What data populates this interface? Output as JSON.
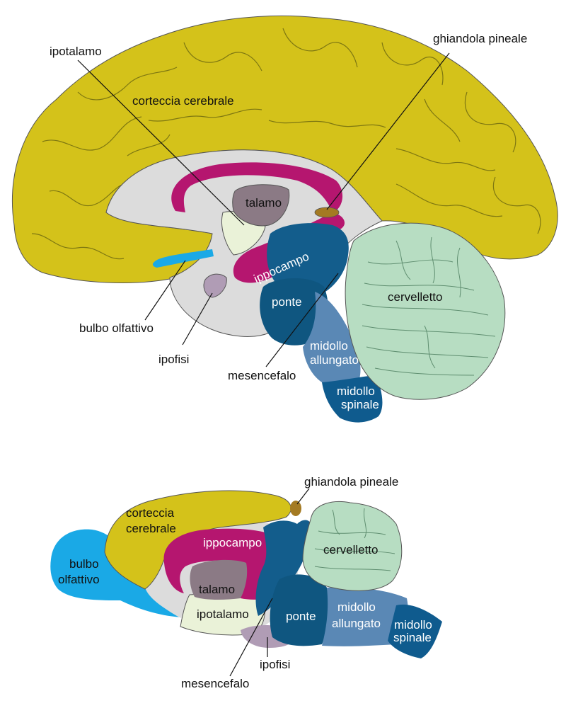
{
  "colors": {
    "cortex": "#d4c21a",
    "cerebellum": "#b7ddc2",
    "magenta": "#b5166f",
    "thalamus": "#8b7a85",
    "hypothalamus": "#eaf2d8",
    "pituitary": "#b09cb5",
    "olfactory": "#1aa9e6",
    "midbrain": "#135d8c",
    "pons": "#0f5680",
    "medulla": "#5a88b5",
    "spinal": "#0f5b8e",
    "pineal": "#a47a22",
    "background_gray": "#dcdcdc"
  },
  "top": {
    "labels": {
      "hypothalamus": "ipotalamo",
      "pineal": "ghiandola pineale",
      "cortex": "corteccia cerebrale",
      "thalamus": "talamo",
      "hippocampus": "ippocampo",
      "cerebellum": "cervelletto",
      "pons": "ponte",
      "medulla_1": "midollo",
      "medulla_2": "allungato",
      "spinal_1": "midollo",
      "spinal_2": "spinale",
      "olfactory": "bulbo olfattivo",
      "pituitary": "ipofisi",
      "midbrain": "mesencefalo"
    }
  },
  "bottom": {
    "labels": {
      "pineal": "ghiandola pineale",
      "cortex_1": "corteccia",
      "cortex_2": "cerebrale",
      "hippocampus": "ippocampo",
      "cerebellum": "cervelletto",
      "olfactory_1": "bulbo",
      "olfactory_2": "olfattivo",
      "thalamus": "talamo",
      "hypothalamus": "ipotalamo",
      "pons": "ponte",
      "medulla_1": "midollo",
      "medulla_2": "allungato",
      "spinal_1": "midollo",
      "spinal_2": "spinale",
      "pituitary": "ipofisi",
      "midbrain": "mesencefalo"
    }
  }
}
